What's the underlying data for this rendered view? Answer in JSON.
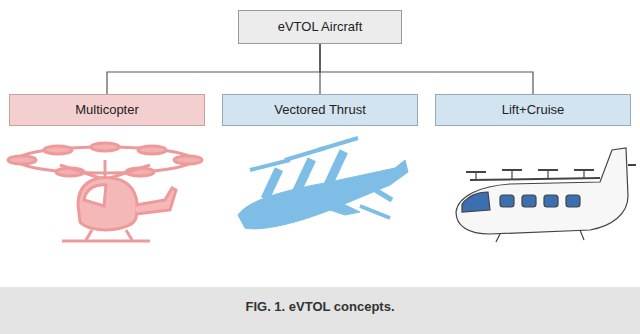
{
  "diagram": {
    "caption": "FIG. 1. eVTOL concepts.",
    "nodes": [
      {
        "text": [
          "eVTOL Aircraft"
        ]
      },
      {
        "text": [
          "Multicopter"
        ]
      },
      {
        "text": [
          "Vectored Thrust"
        ]
      },
      {
        "text": [
          "Lift+Cruise"
        ]
      }
    ],
    "edges": [
      {
        "from": 0,
        "to": 1,
        "arrow": "none"
      },
      {
        "from": 0,
        "to": 2,
        "arrow": "none"
      },
      {
        "from": 0,
        "to": 3,
        "arrow": "none"
      }
    ]
  }
}
